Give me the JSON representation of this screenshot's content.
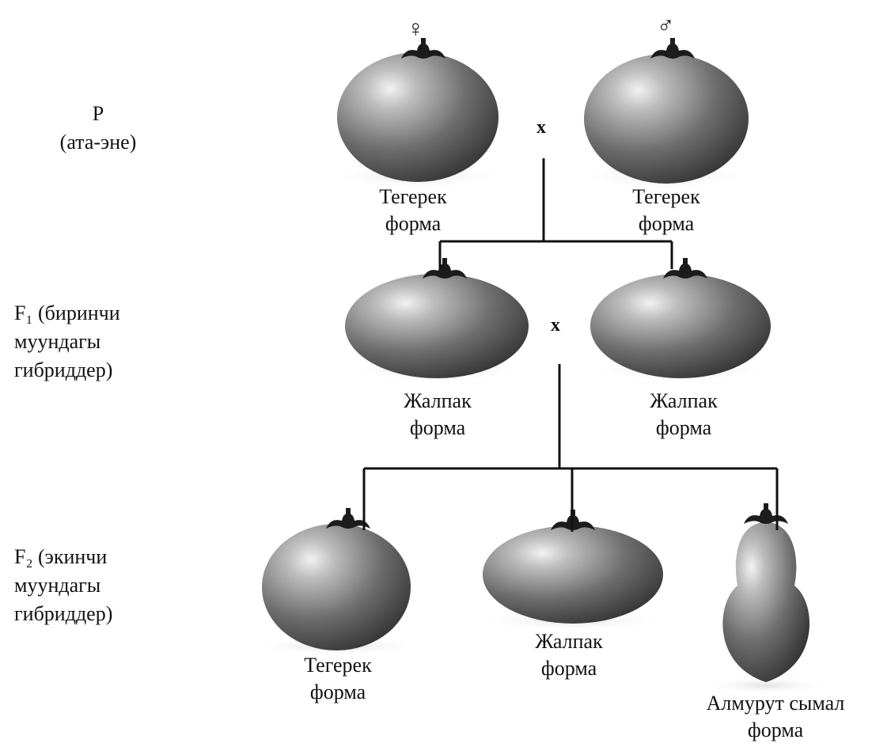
{
  "generations": {
    "p": {
      "label_line1": "P",
      "label_line2": "(ата-эне)"
    },
    "f1": {
      "label_line1": "F₁ (биринчи",
      "label_line2": "муундагы",
      "label_line3": "гибриддер)"
    },
    "f2": {
      "label_line1": "F₂ (экинчи",
      "label_line2": "муундагы",
      "label_line3": "гибриддер)"
    }
  },
  "symbols": {
    "female": "♀",
    "male": "♂",
    "cross_p": "x",
    "cross_f1": "x"
  },
  "fruits": {
    "p_female": {
      "line1": "Тегерек",
      "line2": "форма"
    },
    "p_male": {
      "line1": "Тегерек",
      "line2": "форма"
    },
    "f1_left": {
      "line1": "Жалпак",
      "line2": "форма"
    },
    "f1_right": {
      "line1": "Жалпак",
      "line2": "форма"
    },
    "f2_round": {
      "line1": "Тегерек",
      "line2": "форма"
    },
    "f2_flat": {
      "line1": "Жалпак",
      "line2": "форма"
    },
    "f2_pear": {
      "line1": "Алмурут сымал",
      "line2": "форма"
    }
  }
}
